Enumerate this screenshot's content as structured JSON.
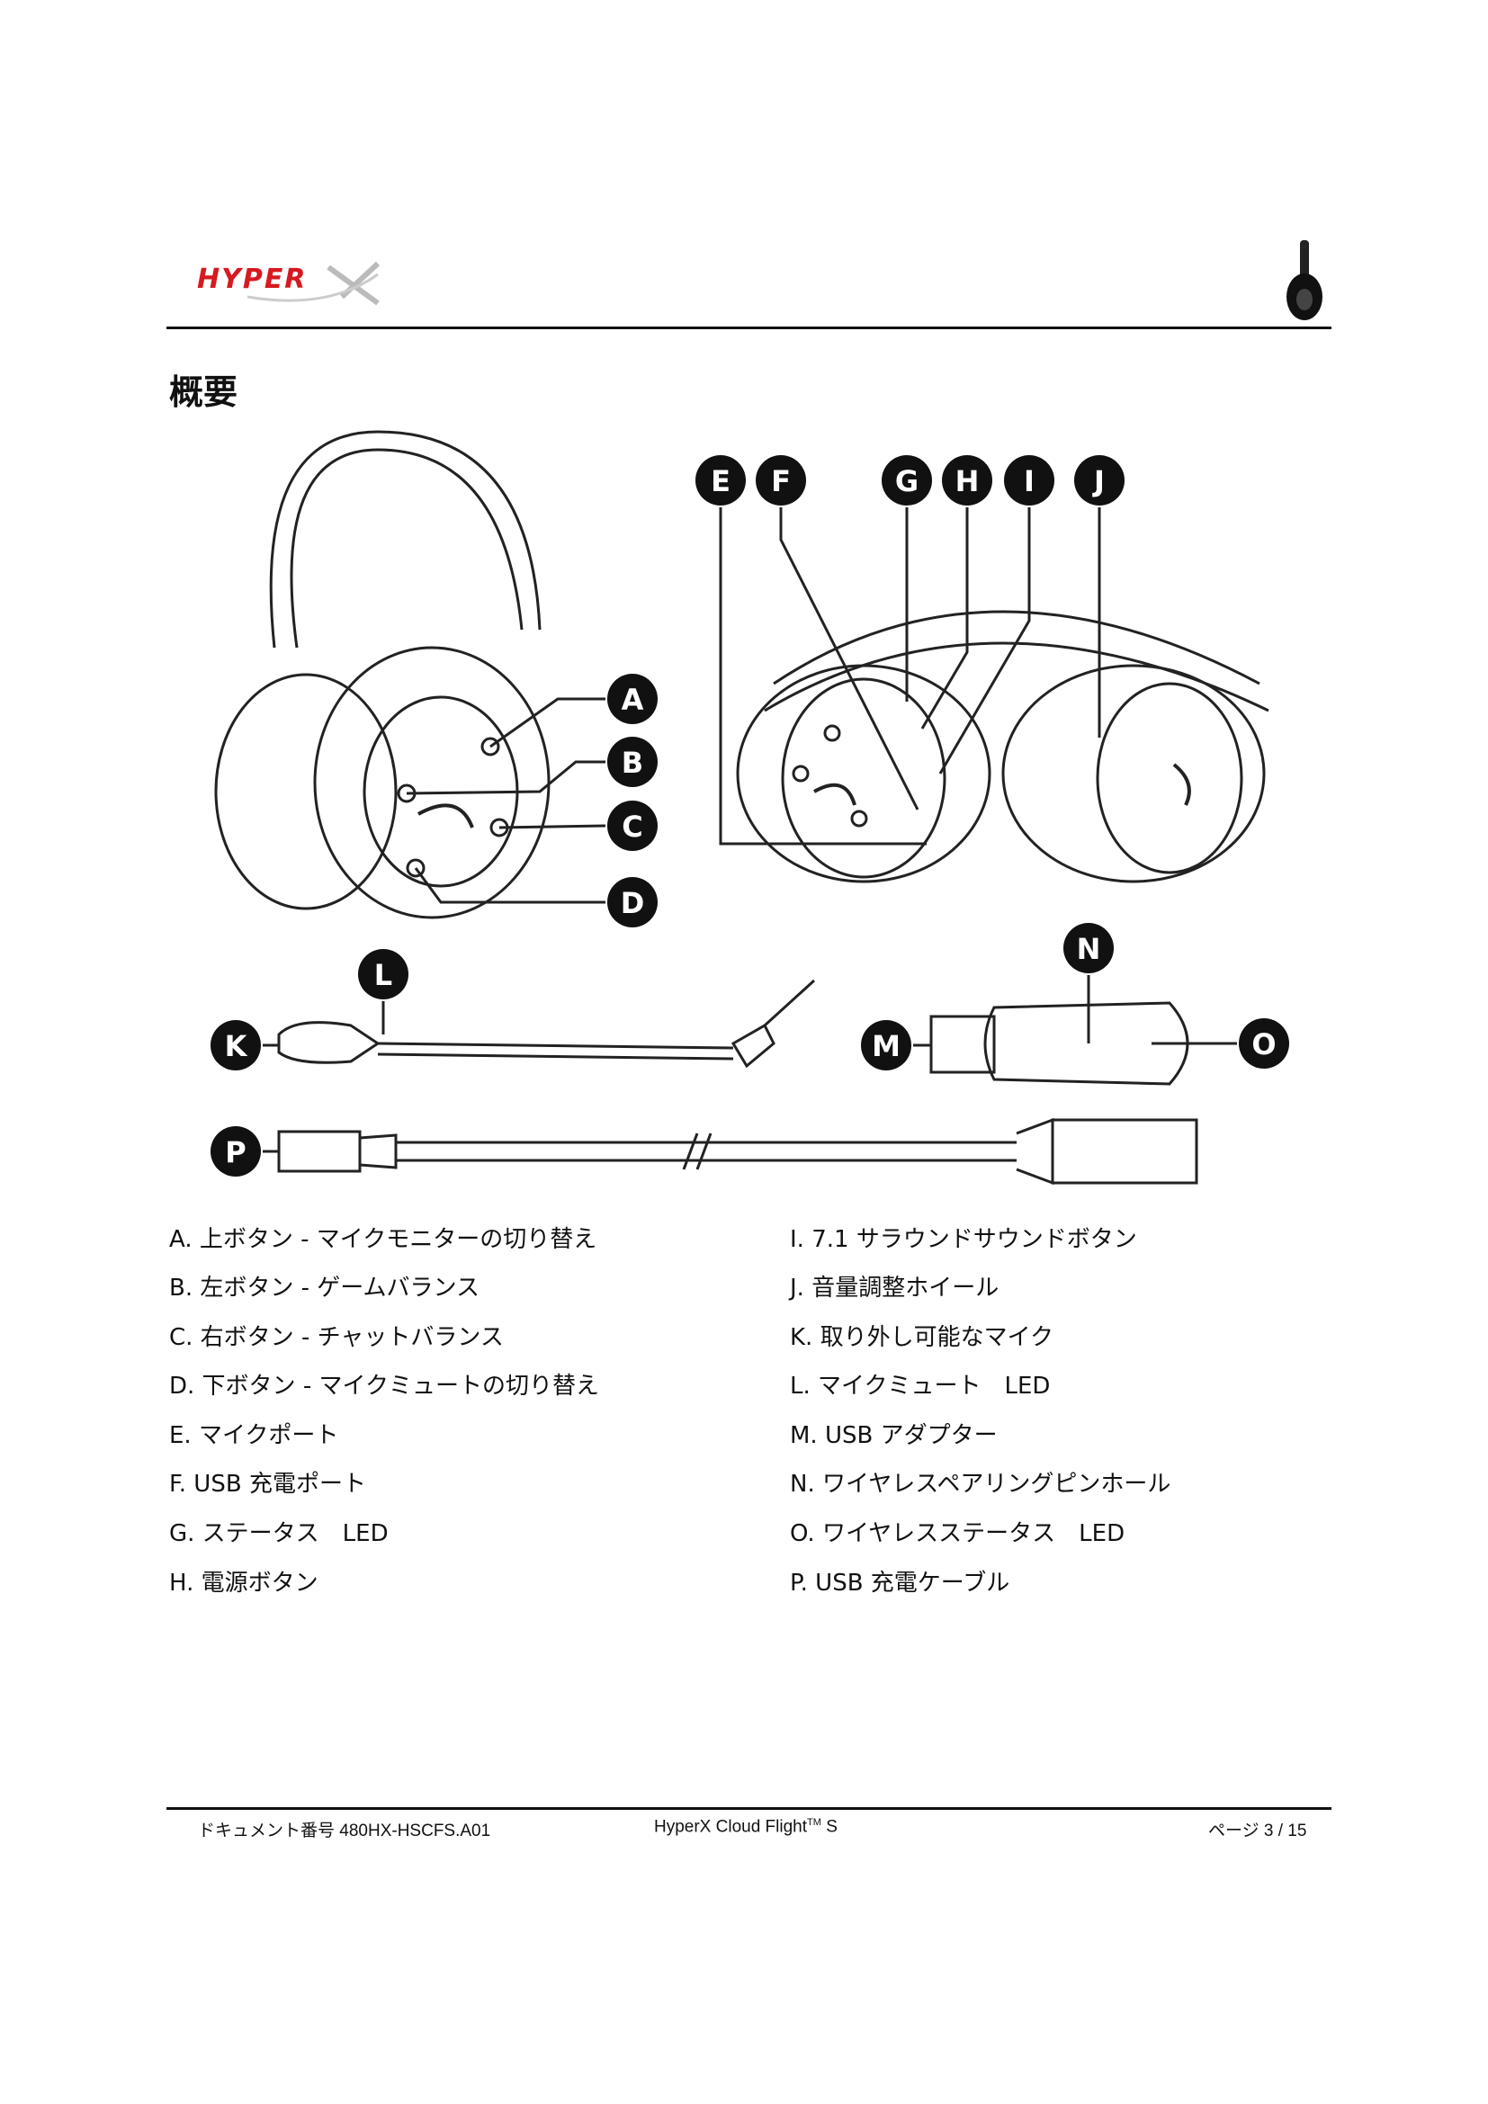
{
  "header": {
    "logo_text": "HYPERX",
    "title": "概要"
  },
  "callouts": [
    "A",
    "B",
    "C",
    "D",
    "E",
    "F",
    "G",
    "H",
    "I",
    "J",
    "K",
    "L",
    "M",
    "N",
    "O",
    "P"
  ],
  "legend": {
    "left": [
      "A.  上ボタン - マイクモニターの切り替え",
      "B.  左ボタン - ゲームバランス",
      "C.  右ボタン - チャットバランス",
      "D.  下ボタン - マイクミュートの切り替え",
      "E.  マイクポート",
      "F.  USB 充電ポート",
      "G.  ステータス　LED",
      "H.  電源ボタン"
    ],
    "right": [
      "I.  7.1 サラウンドサウンドボタン",
      "J.  音量調整ホイール",
      "K.  取り外し可能なマイク",
      "L.  マイクミュート　LED",
      "M.  USB アダプター",
      "N.  ワイヤレスペアリングピンホール",
      "O.  ワイヤレスステータス　LED",
      "P.  USB 充電ケーブル"
    ]
  },
  "footer": {
    "doc_number": "ドキュメント番号 480HX-HSCFS.A01",
    "product": "HyperX Cloud Flight",
    "product_tm": "TM",
    "product_suffix": " S",
    "page": "ページ 3 / 15"
  }
}
